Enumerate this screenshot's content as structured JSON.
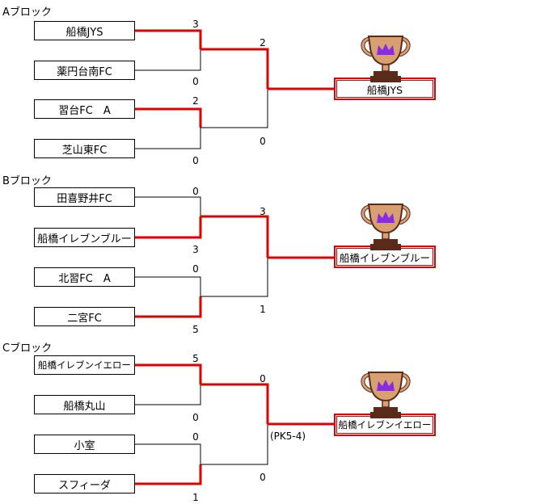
{
  "blocks": [
    {
      "label": "Aブロック",
      "teams": [
        "船橋JYS",
        "薬円台南FC",
        "習台FC　A",
        "芝山東FC"
      ],
      "r1_scores": [
        "3",
        "0",
        "2",
        "0"
      ],
      "final_scores": [
        "2",
        "0"
      ],
      "winner": "船橋JYS",
      "note": ""
    },
    {
      "label": "Bブロック",
      "teams": [
        "田喜野井FC",
        "船橋イレブンブルー",
        "北習FC　A",
        "二宮FC"
      ],
      "r1_scores": [
        "0",
        "3",
        "0",
        "5"
      ],
      "final_scores": [
        "3",
        "1"
      ],
      "winner": "船橋イレブンブルー",
      "note": ""
    },
    {
      "label": "Cブロック",
      "teams": [
        "船橋イレブンイエロー",
        "船橋丸山",
        "小室",
        "スフィーダ"
      ],
      "r1_scores": [
        "5",
        "0",
        "0",
        "1"
      ],
      "final_scores": [
        "0",
        "0"
      ],
      "winner": "船橋イレブンイエロー",
      "note": "(PK5-4)"
    }
  ],
  "colors": {
    "win_line": "#e00000",
    "lose_line": "#000000",
    "trophy_cup": "#d8a070",
    "trophy_base": "#5a2a1a",
    "crown": "#8a2be2"
  }
}
